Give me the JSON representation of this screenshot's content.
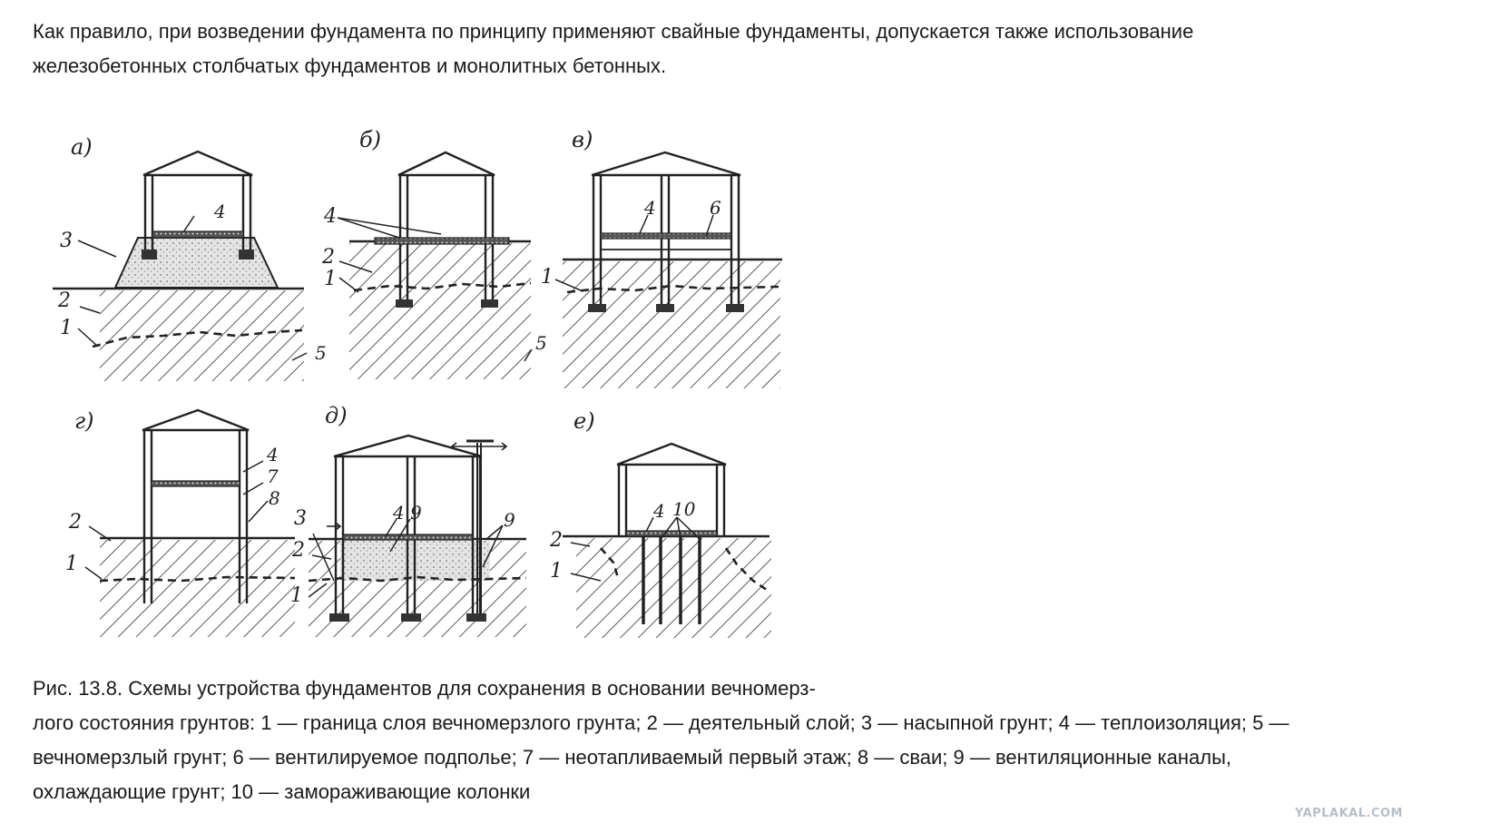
{
  "intro": {
    "line1": "Как правило, при возведении фундамента по принципу применяют свайные фундаменты, допускается также использование",
    "line2": "железобетонных столбчатых фундаментов и монолитных бетонных."
  },
  "figure": {
    "panels": [
      {
        "letter": "а)",
        "callouts": [
          "3",
          "2",
          "1",
          "4",
          "5"
        ]
      },
      {
        "letter": "б)",
        "callouts": [
          "4",
          "2",
          "1",
          "5"
        ]
      },
      {
        "letter": "в)",
        "callouts": [
          "1",
          "4",
          "6"
        ]
      },
      {
        "letter": "г)",
        "callouts": [
          "2",
          "1",
          "4",
          "7",
          "8"
        ]
      },
      {
        "letter": "д)",
        "callouts": [
          "3",
          "2",
          "1",
          "4",
          "9",
          "9"
        ]
      },
      {
        "letter": "е)",
        "callouts": [
          "2",
          "1",
          "4",
          "10"
        ]
      }
    ]
  },
  "caption": {
    "line1": "Рис. 13.8. Схемы устройства фундаментов для сохранения в основании вечномерз-",
    "line2": "лого состояния грунтов: 1 — граница слоя вечномерзлого грунта; 2 — деятельный слой; 3 — насыпной грунт; 4 — теплоизоляция; 5 —",
    "line3": "вечномерзлый грунт; 6 — вентилируемое подполье; 7 — неотапливаемый первый этаж; 8 — сваи; 9 — вентиляционные каналы,",
    "line4": "охлаждающие грунт; 10 — замораживающие колонки"
  },
  "watermark": "YAPLAKAL.COM"
}
